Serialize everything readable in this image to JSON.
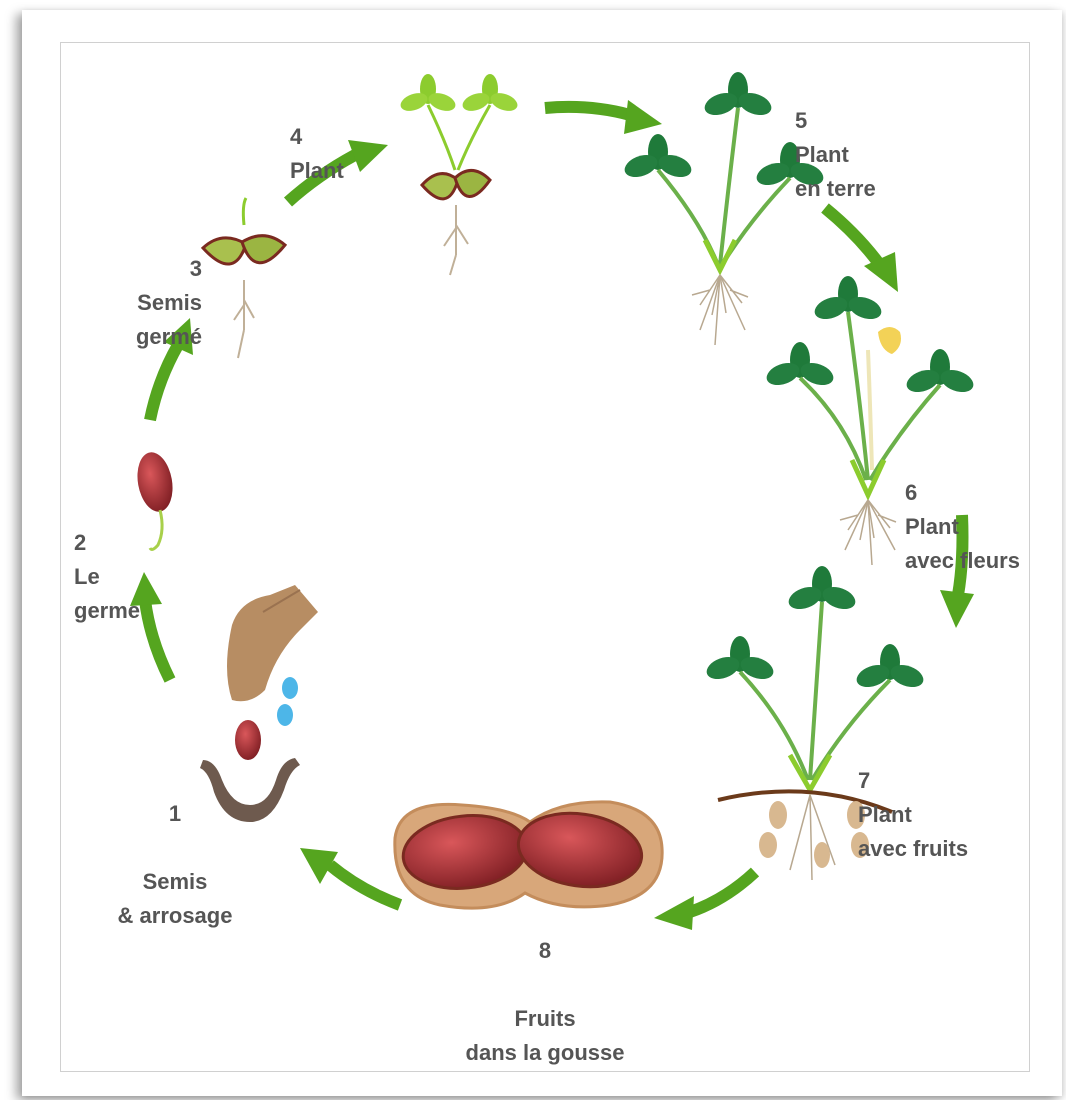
{
  "stages": [
    {
      "number": "1",
      "text": "Semis\n& arrosage",
      "icon": "seed-in-soil-icon"
    },
    {
      "number": "2",
      "text": "Le\ngerme",
      "icon": "sprouting-seed-icon"
    },
    {
      "number": "3",
      "text": "Semis\ngermé",
      "icon": "germinated-seedling-icon"
    },
    {
      "number": "4",
      "text": "Plant",
      "icon": "seedling-icon"
    },
    {
      "number": "5",
      "text": "Plant\nen terre",
      "icon": "plant-icon"
    },
    {
      "number": "6",
      "text": "Plant\navec fleurs",
      "icon": "flowering-plant-icon"
    },
    {
      "number": "7",
      "text": "Plant\navec fruits",
      "icon": "fruiting-plant-icon"
    },
    {
      "number": "8",
      "text": "Fruits\ndans la gousse",
      "icon": "peanut-pod-icon"
    }
  ],
  "colors": {
    "arrow": "#55a51f",
    "leaf_dark": "#1f7a3a",
    "leaf_light": "#8ccc2e",
    "seed": "#9e2a2e",
    "pod": "#d8a77a",
    "label": "#555555"
  }
}
